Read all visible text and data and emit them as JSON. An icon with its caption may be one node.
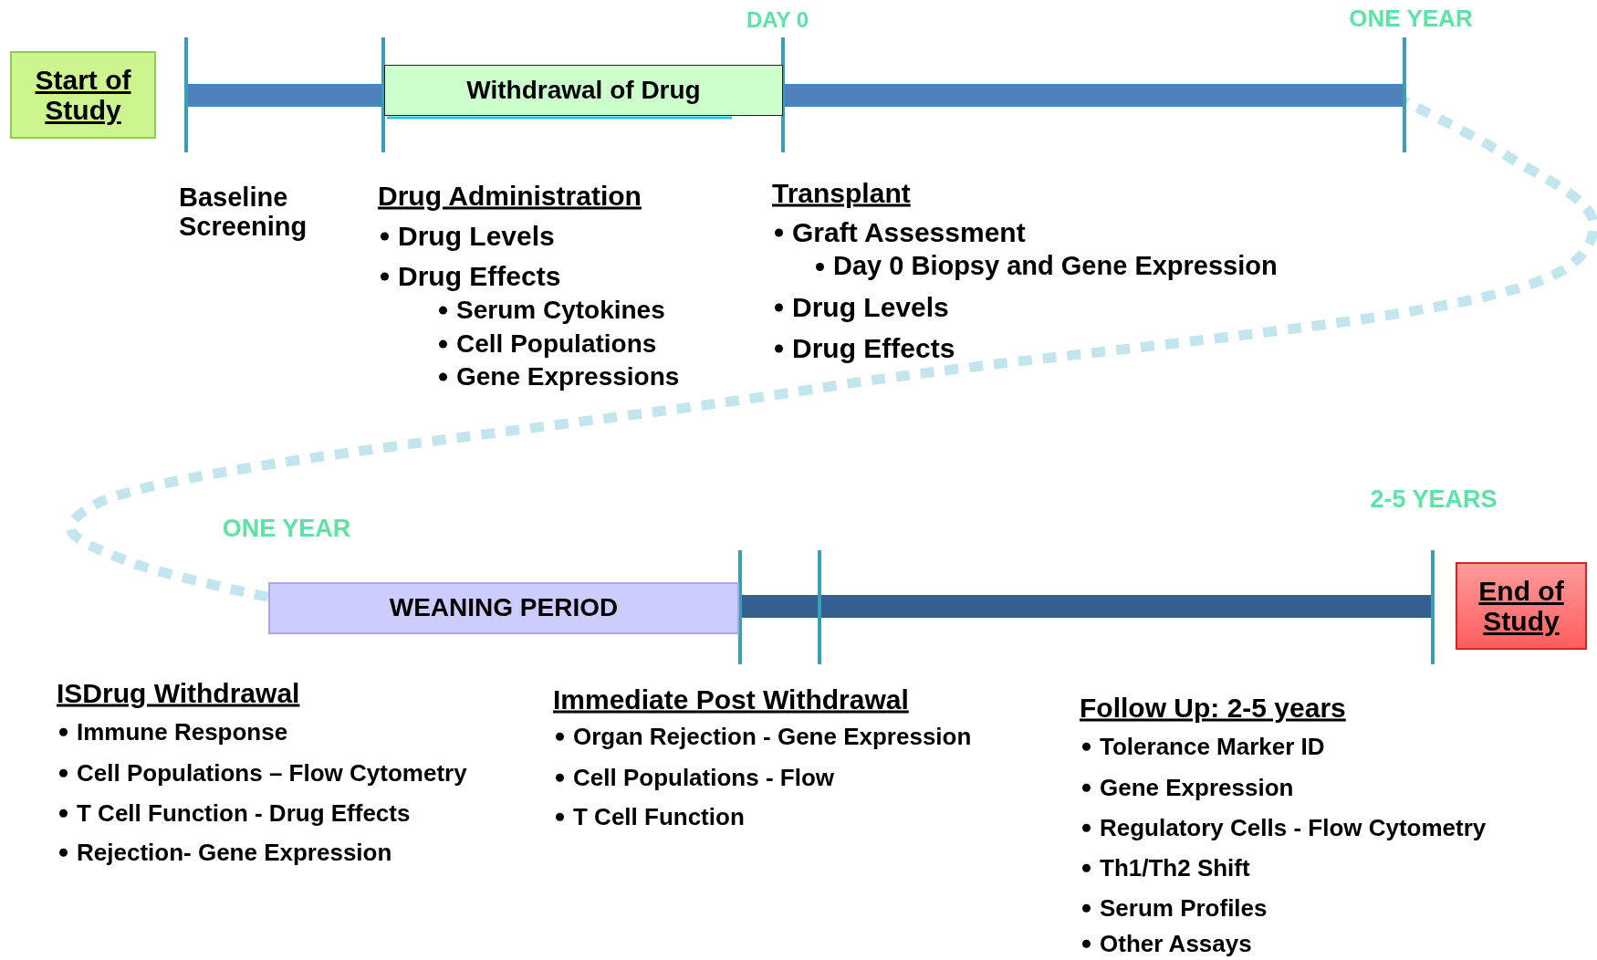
{
  "diagram": {
    "nodes": [
      {
        "text": [
          "Start of Study"
        ]
      },
      {
        "text": [
          "Withdrawal of Drug"
        ]
      },
      {
        "text": [
          "WEANING PERIOD"
        ]
      },
      {
        "text": [
          "End of Study"
        ]
      }
    ],
    "labels": [
      "DAY 0",
      "ONE YEAR",
      "Baseline Screening",
      "Drug Administration",
      "Drug Levels",
      "Drug Effects",
      "Serum Cytokines",
      "Cell Populations",
      "Gene Expressions",
      "Transplant",
      "Graft Assessment",
      "Day 0 Biopsy and Gene Expression",
      "Drug Levels",
      "Drug Effects",
      "ONE YEAR",
      "2-5  YEARS",
      "ISDrug Withdrawal",
      "Immune Response",
      "Cell Populations – Flow Cytometry",
      "T Cell Function - Drug Effects",
      "Rejection- Gene Expression",
      "Immediate Post Withdrawal",
      "Organ Rejection - Gene Expression",
      "Cell Populations - Flow",
      "T Cell Function",
      "Follow Up: 2-5 years",
      "Tolerance Marker ID",
      "Gene Expression",
      "Regulatory Cells - Flow Cytometry",
      "Th1/Th2 Shift",
      "Serum Profiles",
      "Other Assays"
    ]
  }
}
